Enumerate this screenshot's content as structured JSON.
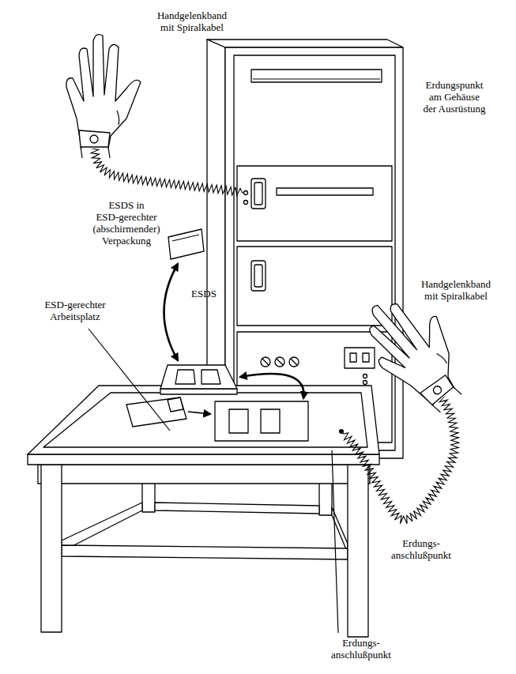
{
  "diagram": {
    "labels": [
      "Handgelenkband mit Spiralkabel",
      "Erdungspunkt am Gehäuse der Ausrüstung",
      "ESDS in ESD-gerechter (abschirmender) Verpackung",
      "ESDS",
      "ESD-gerechter Arbeitsplatz",
      "Handgelenkband mit Spiralkabel",
      "Erdungs- anschlußpunkt",
      "Erdungs- anschlußpunkt"
    ]
  }
}
